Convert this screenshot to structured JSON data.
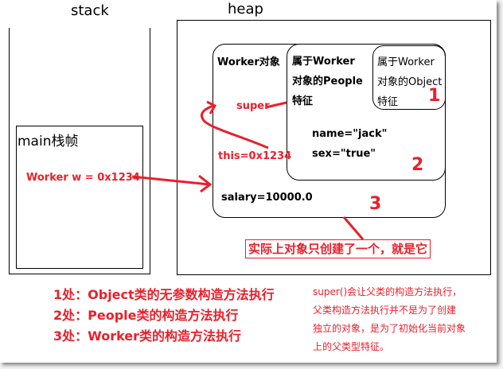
{
  "stack": {
    "title": "stack",
    "frame_label": "main栈帧",
    "variable": "Worker w = 0x1234"
  },
  "heap": {
    "title": "heap",
    "worker_object": {
      "label": "Worker对象",
      "super_label": "super",
      "this_label": "this=0x1234",
      "field": "salary=10000.0",
      "marker": "3"
    },
    "people_part": {
      "lines": [
        "属于Worker",
        "对象的People",
        "特征"
      ],
      "fields": [
        "name=\"jack\"",
        "sex=\"true\""
      ],
      "marker": "2"
    },
    "object_part": {
      "lines": [
        "属于Worker",
        "对象的Object",
        "特征"
      ],
      "marker": "1"
    },
    "callout": "实际上对象只创建了一个，就是它"
  },
  "legend": [
    "1处：Object类的无参数构造方法执行",
    "2处：People类的构造方法执行",
    "3处：Worker类的构造方法执行"
  ],
  "note": [
    "super()会让父类的构造方法执行，",
    "父类构造方法执行并不是为了创建",
    "独立的对象，是为了初始化当前对象",
    "上的父类型特征。"
  ],
  "colors": {
    "annotation": "#e8202a",
    "outline": "#000000",
    "background": "#ffffff"
  }
}
